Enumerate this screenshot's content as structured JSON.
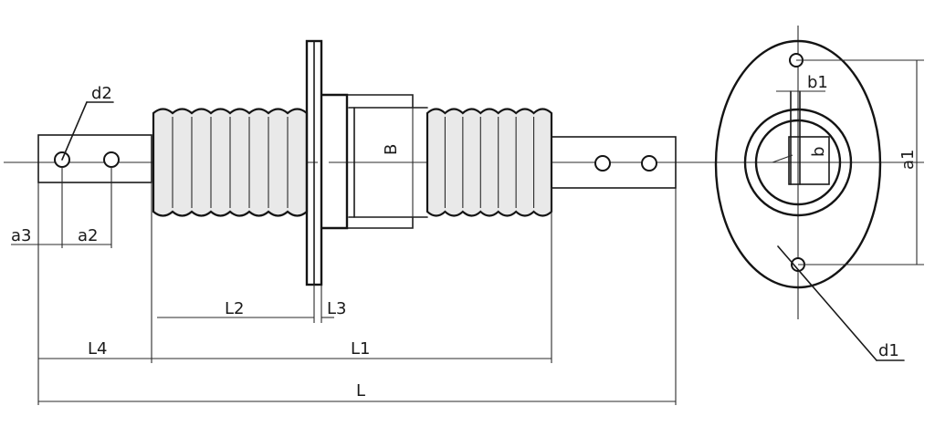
{
  "labels": {
    "d2": "d2",
    "a3": "a3",
    "a2": "a2",
    "B": "B",
    "L2": "L2",
    "L3": "L3",
    "L4": "L4",
    "L1": "L1",
    "L": "L",
    "b1": "b1",
    "b": "b",
    "a1": "a1",
    "d1": "d1"
  },
  "colors": {
    "line": "#1a1a1a",
    "body_fill": "#e9e9e9",
    "background": "#ffffff"
  }
}
